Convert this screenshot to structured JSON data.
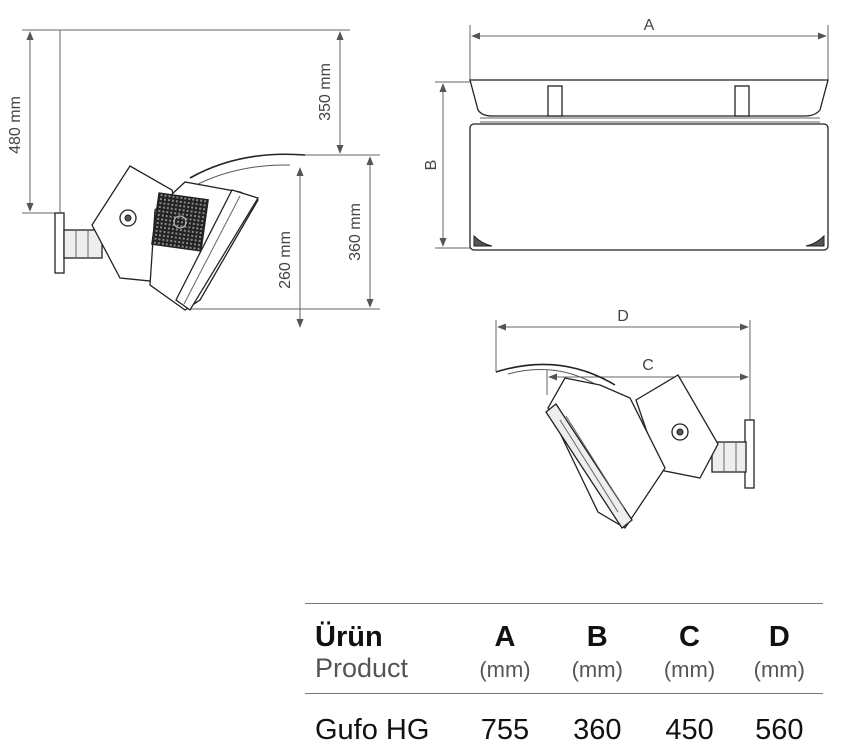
{
  "dimension_labels": {
    "side_view_total_height": "480 mm",
    "side_view_top_offset": "350 mm",
    "side_view_right_height": "360 mm",
    "side_view_inner_height": "260 mm",
    "front_width": "A",
    "front_height": "B",
    "top_view_outer": "D",
    "top_view_inner": "C"
  },
  "table": {
    "headers": [
      {
        "main": "Ürün",
        "sub": "Product"
      },
      {
        "main": "A",
        "sub": "(mm)"
      },
      {
        "main": "B",
        "sub": "(mm)"
      },
      {
        "main": "C",
        "sub": "(mm)"
      },
      {
        "main": "D",
        "sub": "(mm)"
      }
    ],
    "rows": [
      {
        "product": "Gufo HG",
        "a": "755",
        "b": "360",
        "c": "450",
        "d": "560"
      }
    ]
  }
}
